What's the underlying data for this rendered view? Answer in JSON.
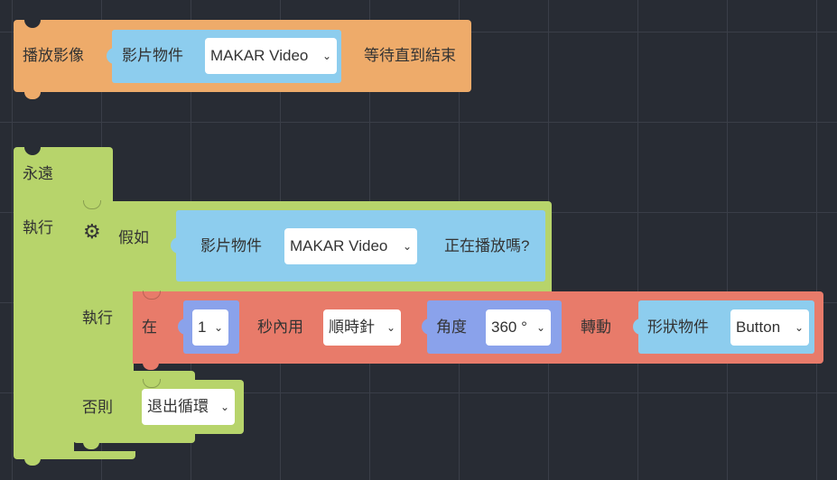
{
  "play_block": {
    "label": "播放影像",
    "object_label": "影片物件",
    "video_value": "MAKAR Video",
    "suffix": "等待直到結束"
  },
  "forever_block": {
    "label": "永遠",
    "do_label": "執行"
  },
  "if_block": {
    "if_label": "假如",
    "condition": {
      "object_label": "影片物件",
      "video_value": "MAKAR Video",
      "suffix": "正在播放嗎?"
    },
    "do_label": "執行",
    "else_label": "否則"
  },
  "rotate_block": {
    "prefix": "在",
    "seconds_value": "1",
    "mid_label": "秒內用",
    "direction_value": "順時針",
    "angle_label": "角度",
    "angle_value": "360 °",
    "verb": "轉動",
    "shape_label": "形狀物件",
    "shape_value": "Button"
  },
  "break_block": {
    "value": "退出循環"
  },
  "colors": {
    "background": "#282c34",
    "event": "#eeab6a",
    "object": "#8dcdee",
    "control": "#b7d46b",
    "motion": "#e87b6a",
    "math": "#8aa2eb"
  }
}
